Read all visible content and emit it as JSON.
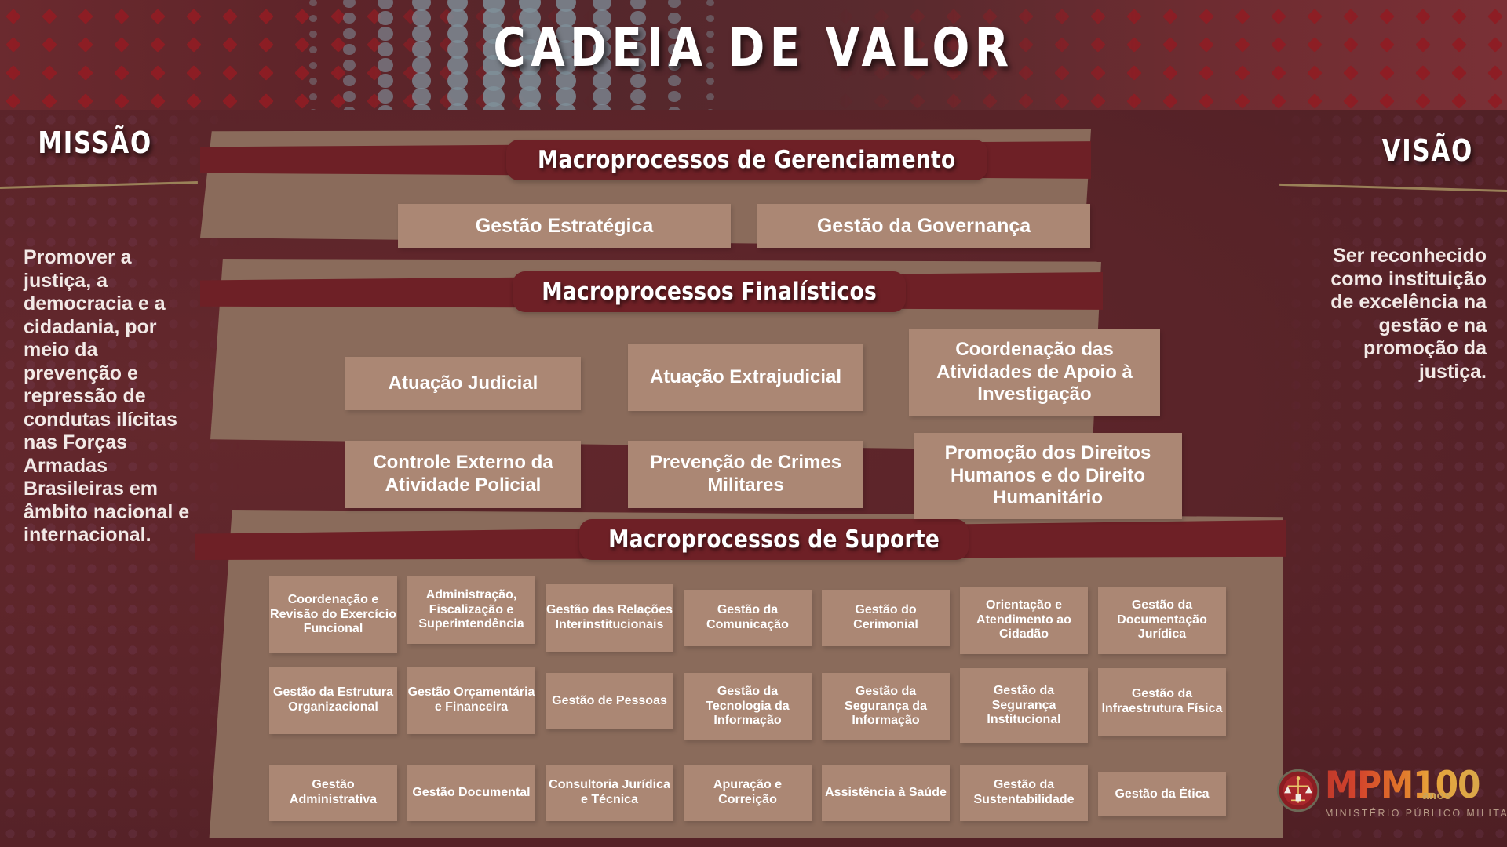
{
  "header": {
    "title": "CADEIA DE VALOR"
  },
  "mission": {
    "heading": "MISSÃO",
    "text": "Promover a justiça, a democracia e a cidadania, por meio da prevenção e repressão de condutas ilícitas nas Forças Armadas Brasileiras em âmbito nacional e internacional."
  },
  "vision": {
    "heading": "VISÃO",
    "text": "Ser reconhecido como instituição de excelência na gestão e na promoção da justiça."
  },
  "management": {
    "band_label": "Macroprocessos de Gerenciamento",
    "boxes": [
      "Gestão Estratégica",
      "Gestão da Governança"
    ]
  },
  "finalistic": {
    "band_label": "Macroprocessos Finalísticos",
    "boxes": [
      "Atuação Judicial",
      "Atuação Extrajudicial",
      "Coordenação das Atividades de Apoio à Investigação",
      "Controle Externo da Atividade Policial",
      "Prevenção de Crimes Militares",
      "Promoção dos Direitos Humanos e do Direito Humanitário"
    ]
  },
  "support": {
    "band_label": "Macroprocessos de Suporte",
    "row1": [
      "Coordenação e Revisão do Exercício Funcional",
      "Administração, Fiscalização e Superintendência",
      "Gestão das Relações Interinstitucionais",
      "Gestão da Comunicação",
      "Gestão do Cerimonial",
      "Orientação e Atendimento ao Cidadão",
      "Gestão da Documentação Jurídica"
    ],
    "row2": [
      "Gestão da Estrutura Organizacional",
      "Gestão Orçamentária e Financeira",
      "Gestão de Pessoas",
      "Gestão da Tecnologia da Informação",
      "Gestão da Segurança da Informação",
      "Gestão da Segurança Institucional",
      "Gestão da Infraestrutura Física"
    ],
    "row3": [
      "Gestão Administrativa",
      "Gestão Documental",
      "Consultoria Jurídica e Técnica",
      "Apuração e Correição",
      "Assistência à Saúde",
      "Gestão da Sustentabilidade",
      "Gestão da Ética"
    ]
  },
  "logo": {
    "wordmark": "MPM100",
    "anos": "anos",
    "subtitle": "MINISTÉRIO PÚBLICO MILITAR"
  },
  "colors": {
    "dark_red": "#5a2429",
    "band_red": "#6e2026",
    "panel_brown": "#8a6b5b",
    "box_brown": "#ab8774",
    "gold": "#9a8158",
    "white": "#ffffff"
  }
}
